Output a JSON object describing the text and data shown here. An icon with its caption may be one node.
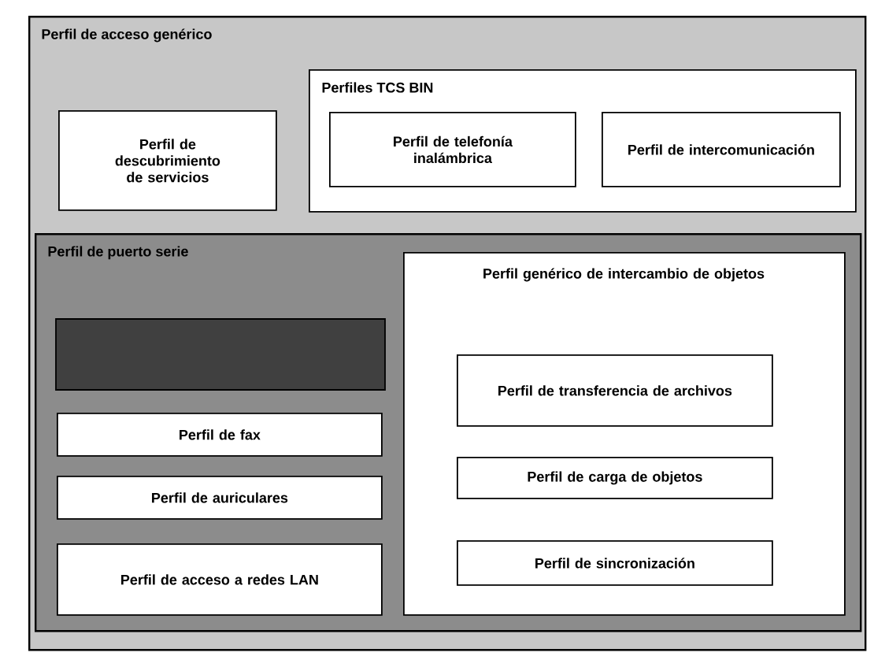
{
  "diagram": {
    "nodes": [
      {
        "text": [
          "Perfil de acceso genérico"
        ]
      },
      {
        "text": [
          "Perfil de descubrimiento de servicios"
        ],
        "in": 0
      },
      {
        "text": [
          "Perfiles TCS BIN"
        ],
        "in": 0
      },
      {
        "text": [
          "Perfil de telefonía inalámbrica"
        ],
        "in": 2
      },
      {
        "text": [
          "Perfil de intercomunicación"
        ],
        "in": 2
      },
      {
        "text": [
          "Perfil de puerto serie"
        ],
        "in": 0
      },
      {
        "text": [],
        "shape": "box",
        "in": 5
      },
      {
        "text": [
          "Perfil de fax"
        ],
        "in": 5
      },
      {
        "text": [
          "Perfil de auriculares"
        ],
        "in": 5
      },
      {
        "text": [
          "Perfil de acceso a redes LAN"
        ],
        "in": 5
      },
      {
        "text": [
          "Perfil genérico de intercambio de objetos"
        ],
        "in": 5
      },
      {
        "text": [
          "Perfil de transferencia de archivos"
        ],
        "in": 10
      },
      {
        "text": [
          "Perfil de carga de objetos"
        ],
        "in": 10
      },
      {
        "text": [
          "Perfil de sincronización"
        ],
        "in": 10
      }
    ]
  }
}
